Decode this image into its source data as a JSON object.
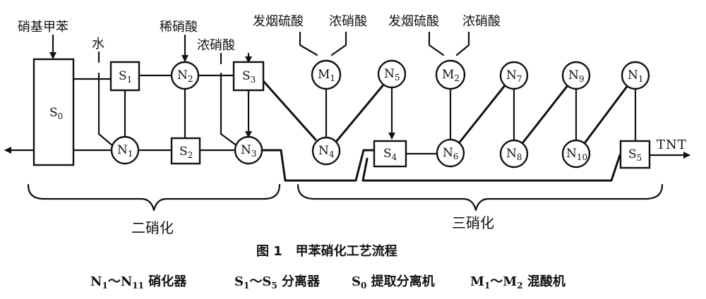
{
  "diagram": {
    "feeds": {
      "toluene": "硝基甲苯",
      "water": "水",
      "dilute_nitric": "稀硝酸",
      "conc_nitric_1": "浓硝酸",
      "oleum_1": "发烟硫酸",
      "conc_nitric_2": "浓硝酸",
      "oleum_2": "发烟硫酸",
      "conc_nitric_3": "浓硝酸"
    },
    "nodes": {
      "s0": {
        "main": "S",
        "sub": "0"
      },
      "s1": {
        "main": "S",
        "sub": "1"
      },
      "s2": {
        "main": "S",
        "sub": "2"
      },
      "s3": {
        "main": "S",
        "sub": "3"
      },
      "s4": {
        "main": "S",
        "sub": "4"
      },
      "s5": {
        "main": "S",
        "sub": "5"
      },
      "n1": {
        "main": "N",
        "sub": "1"
      },
      "n2": {
        "main": "N",
        "sub": "2"
      },
      "n3": {
        "main": "N",
        "sub": "3"
      },
      "n4": {
        "main": "N",
        "sub": "4"
      },
      "n5": {
        "main": "N",
        "sub": "5"
      },
      "n6": {
        "main": "N",
        "sub": "6"
      },
      "n7": {
        "main": "N",
        "sub": "7"
      },
      "n8": {
        "main": "N",
        "sub": "8"
      },
      "n9": {
        "main": "N",
        "sub": "9"
      },
      "n10": {
        "main": "N",
        "sub": "10"
      },
      "n11": {
        "main": "N",
        "sub": "1"
      },
      "m1": {
        "main": "M",
        "sub": "1"
      },
      "m2": {
        "main": "M",
        "sub": "2"
      }
    },
    "product": "TNT",
    "stages": {
      "second": "二硝化",
      "third": "三硝化"
    },
    "caption": "图 1   甲苯硝化工艺流程",
    "legend": {
      "n_range": {
        "a": "N",
        "a_sub": "1",
        "tilde": "～",
        "b": "N",
        "b_sub": "11",
        "text": " 硝化器"
      },
      "s_range": {
        "a": "S",
        "a_sub": "1",
        "tilde": "～",
        "b": "S",
        "b_sub": "5",
        "text": " 分离器"
      },
      "s0": {
        "a": "S",
        "a_sub": "0",
        "text": " 提取分离机"
      },
      "m_range": {
        "a": "M",
        "a_sub": "1",
        "tilde": "～",
        "b": "M",
        "b_sub": "2",
        "text": " 混酸机"
      }
    }
  }
}
